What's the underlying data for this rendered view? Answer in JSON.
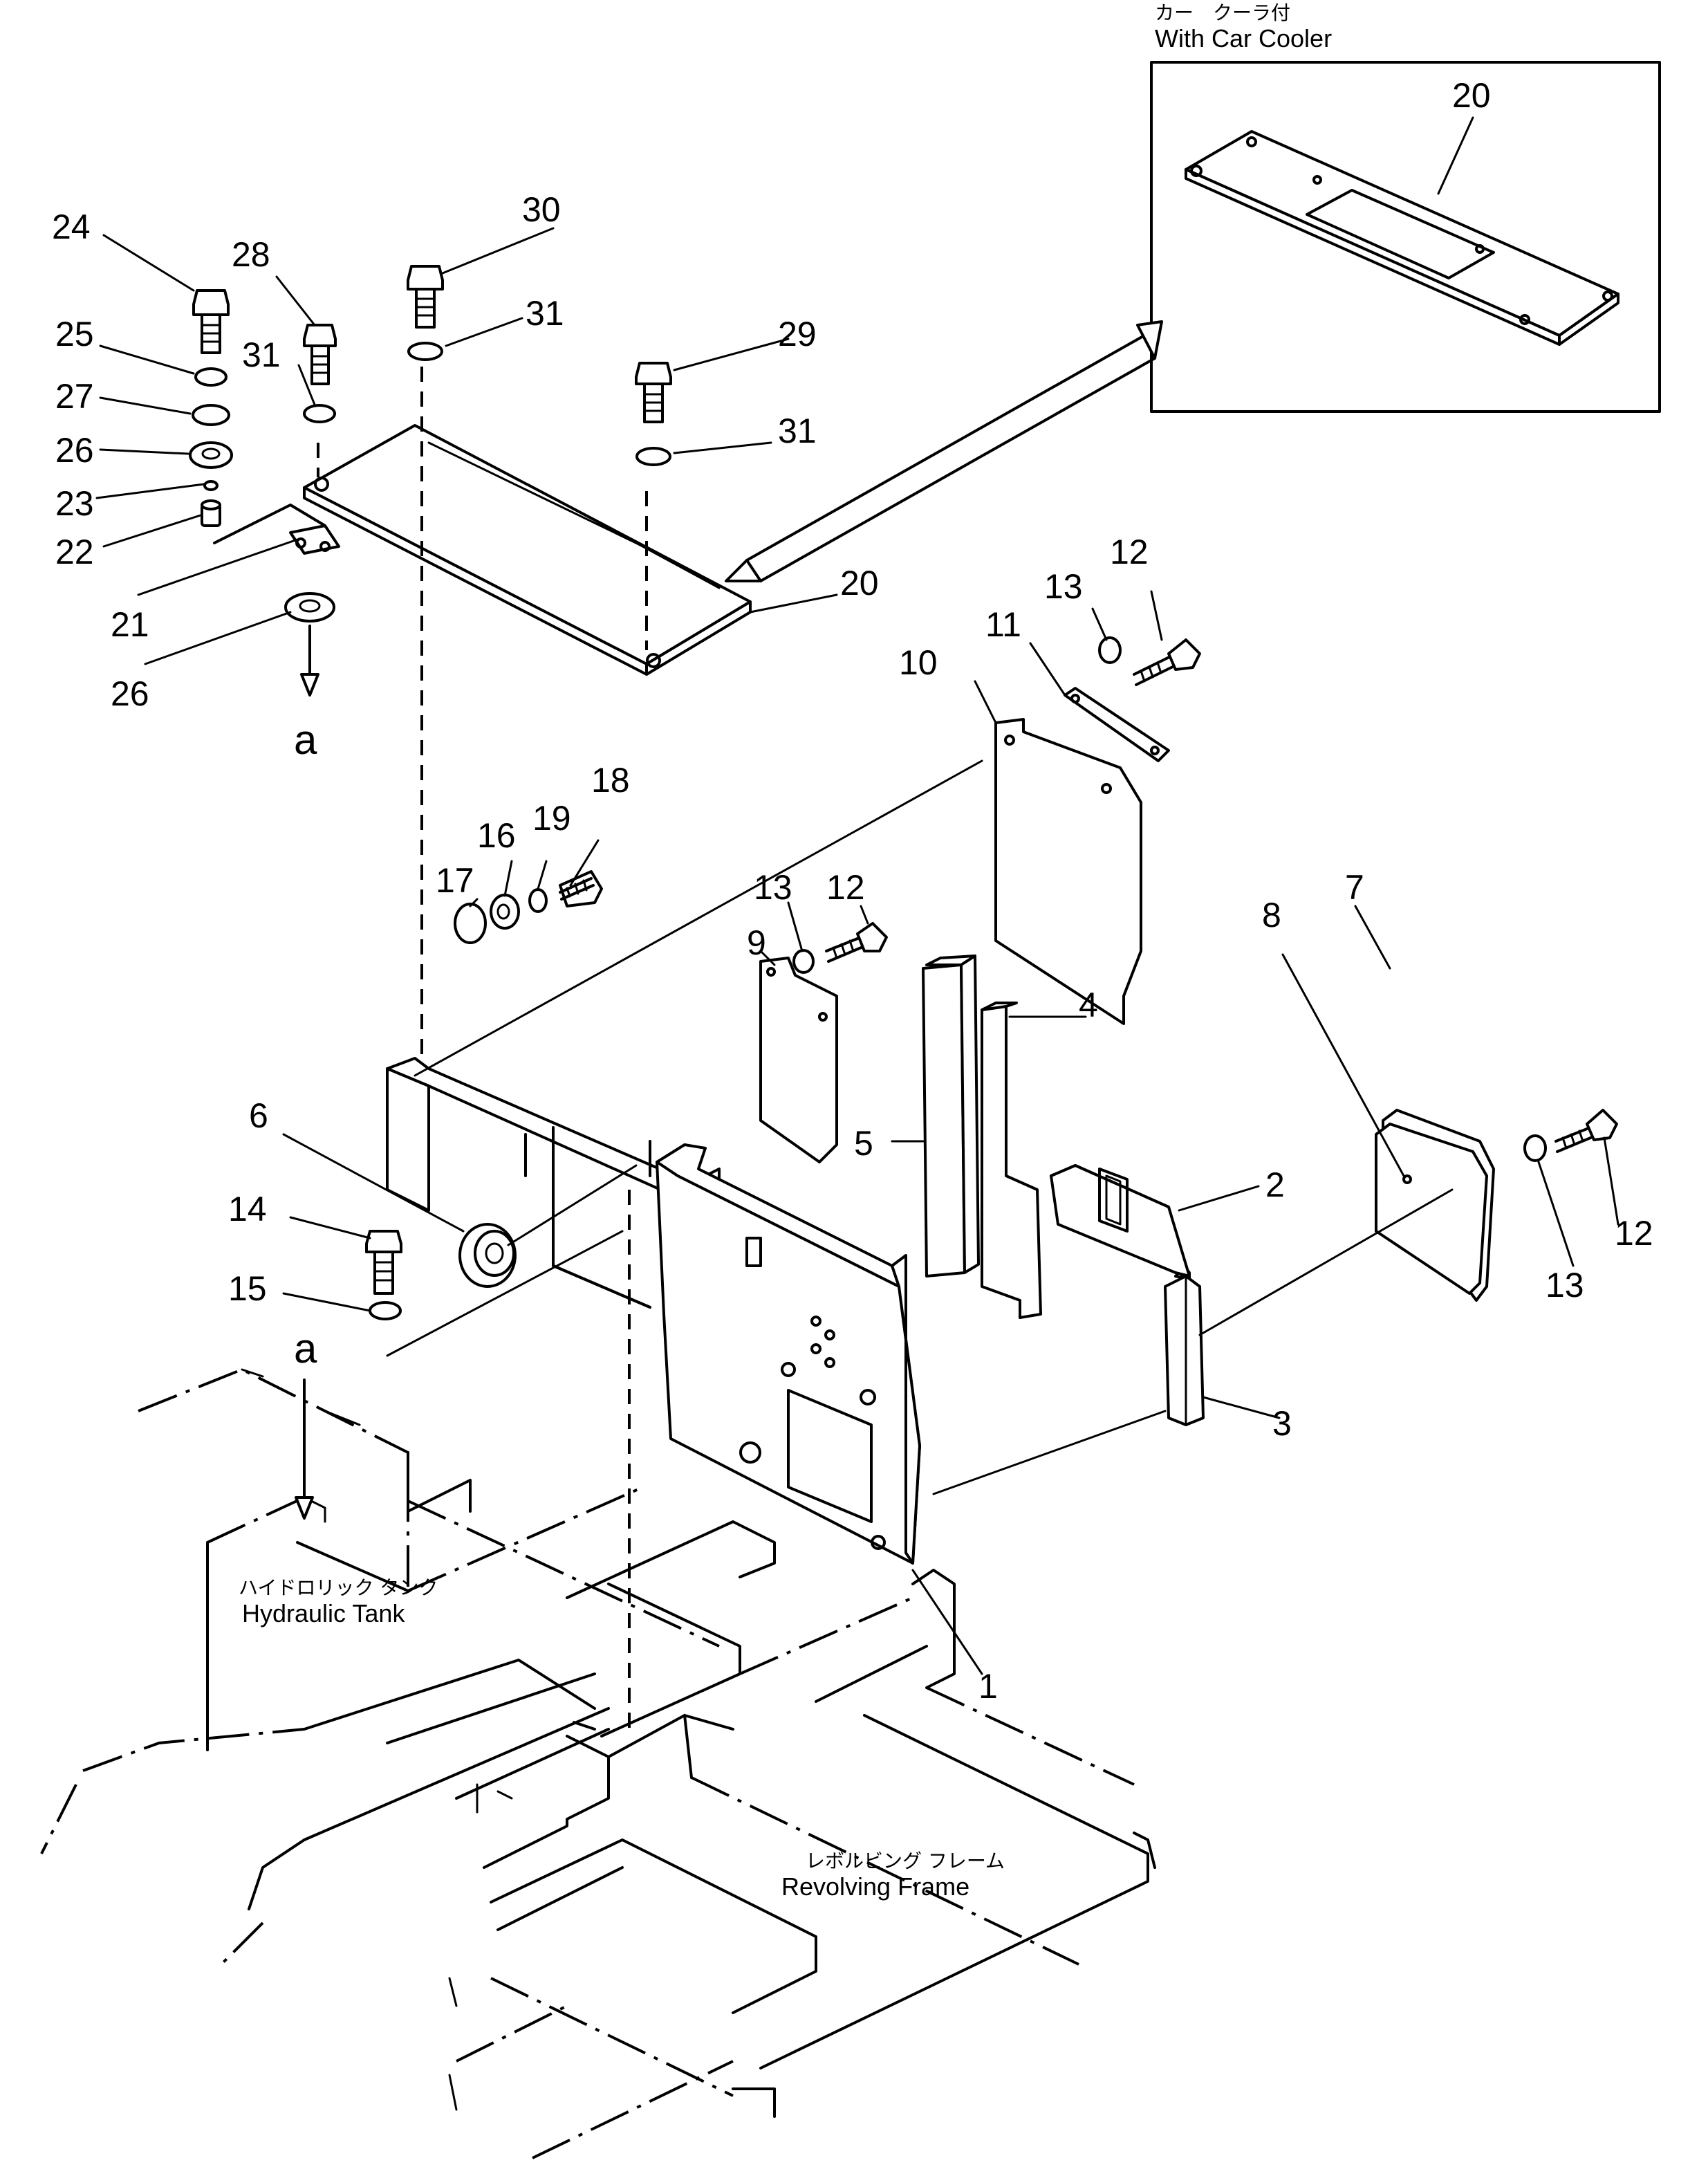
{
  "inset": {
    "title_jp": "カー　クーラ付",
    "title_en": "With Car Cooler",
    "part_number": "20"
  },
  "labels": {
    "hydraulic_tank_jp": "ハイドロリック タンク",
    "hydraulic_tank_en": "Hydraulic Tank",
    "revolving_frame_jp": "レボルビング フレーム",
    "revolving_frame_en": "Revolving Frame",
    "ref_a_top": "a",
    "ref_a_bottom": "a"
  },
  "callouts": {
    "p1": "1",
    "p2": "2",
    "p3": "3",
    "p4": "4",
    "p5": "5",
    "p6": "6",
    "p7": "7",
    "p8": "8",
    "p9": "9",
    "p10": "10",
    "p11": "11",
    "p12a": "12",
    "p12b": "12",
    "p12c": "12",
    "p13a": "13",
    "p13b": "13",
    "p13c": "13",
    "p14": "14",
    "p15": "15",
    "p16": "16",
    "p17": "17",
    "p18": "18",
    "p19": "19",
    "p20": "20",
    "p21": "21",
    "p22": "22",
    "p23": "23",
    "p24": "24",
    "p25": "25",
    "p26a": "26",
    "p26b": "26",
    "p27": "27",
    "p28": "28",
    "p29": "29",
    "p30": "30",
    "p31a": "31",
    "p31b": "31",
    "p31c": "31"
  }
}
